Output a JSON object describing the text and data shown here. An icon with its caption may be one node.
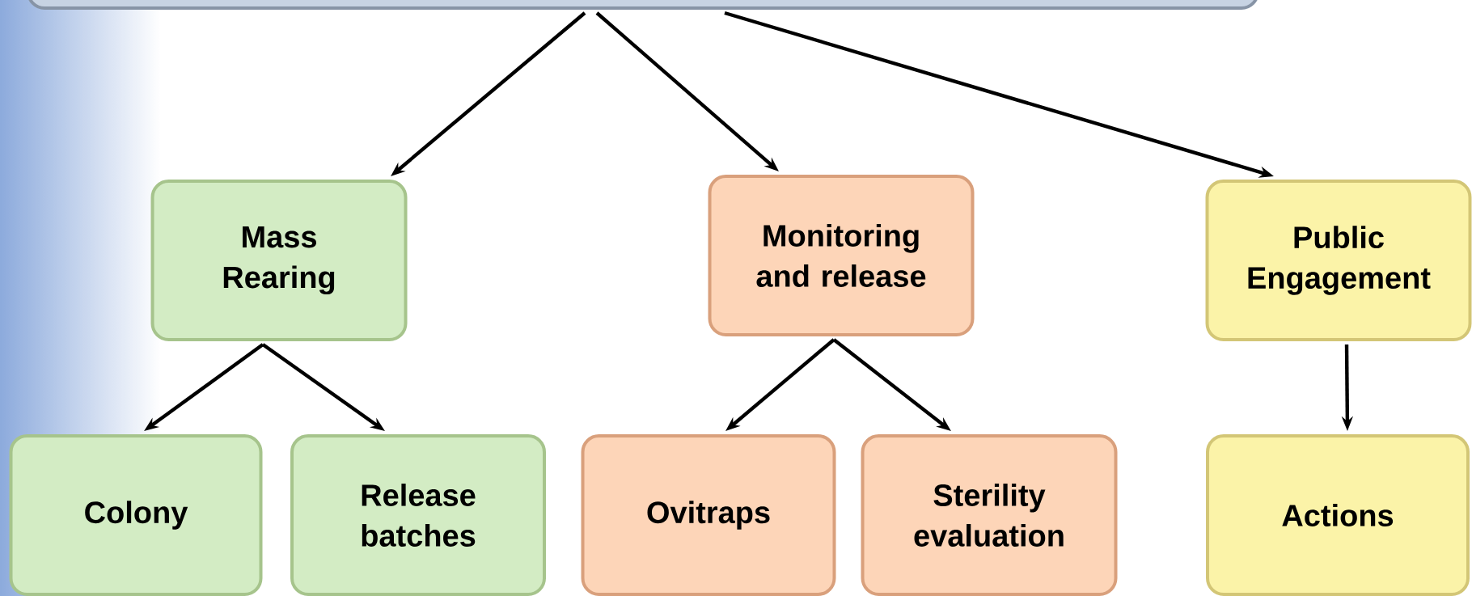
{
  "diagram": {
    "nodes": [
      {
        "text": [],
        "shape": "box"
      },
      {
        "text": [
          "Mass Rearing"
        ]
      },
      {
        "text": [
          "Monitoring and release"
        ]
      },
      {
        "text": [
          "Public Engagement"
        ]
      },
      {
        "text": [
          "Colony"
        ]
      },
      {
        "text": [
          "Release batches"
        ]
      },
      {
        "text": [
          "Ovitraps"
        ]
      },
      {
        "text": [
          "Sterility evaluation"
        ]
      },
      {
        "text": [
          "Actions"
        ]
      }
    ],
    "edges": [
      {
        "from": 0,
        "to": 1,
        "arrow": "to"
      },
      {
        "from": 0,
        "to": 2,
        "arrow": "to"
      },
      {
        "from": 0,
        "to": 3,
        "arrow": "to"
      },
      {
        "from": 1,
        "to": 4,
        "arrow": "to"
      },
      {
        "from": 1,
        "to": 5,
        "arrow": "to"
      },
      {
        "from": 2,
        "to": 6,
        "arrow": "to"
      },
      {
        "from": 2,
        "to": 7,
        "arrow": "to"
      },
      {
        "from": 3,
        "to": 8,
        "arrow": "to"
      }
    ]
  }
}
